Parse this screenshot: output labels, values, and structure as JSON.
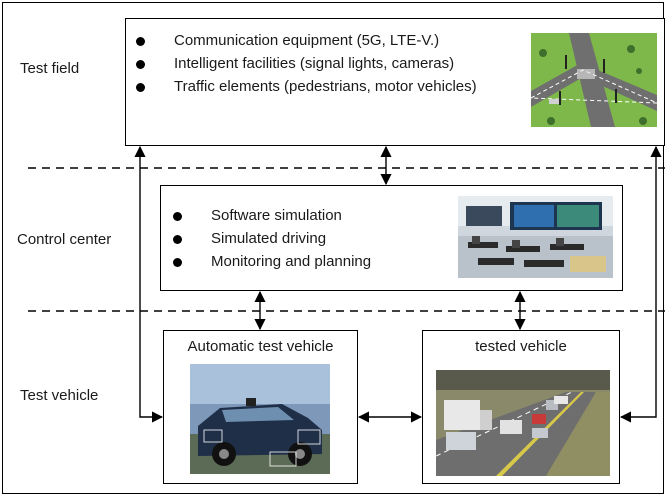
{
  "rows": {
    "test_field": "Test field",
    "control_center": "Control center",
    "test_vehicle": "Test vehicle"
  },
  "test_field_box": {
    "items": [
      "Communication equipment (5G, LTE-V.)",
      "Intelligent facilities (signal lights, cameras)",
      "Traffic elements (pedestrians, motor vehicles)"
    ],
    "image_icon": "intersection-illustration"
  },
  "control_center_box": {
    "items": [
      "Software simulation",
      "Simulated driving",
      "Monitoring and planning"
    ],
    "image_icon": "control-room-photo"
  },
  "automatic_vehicle_box": {
    "title": "Automatic test vehicle",
    "image_icon": "sensor-car-photo"
  },
  "tested_vehicle_box": {
    "title": "tested vehicle",
    "image_icon": "highway-simulation-image"
  }
}
